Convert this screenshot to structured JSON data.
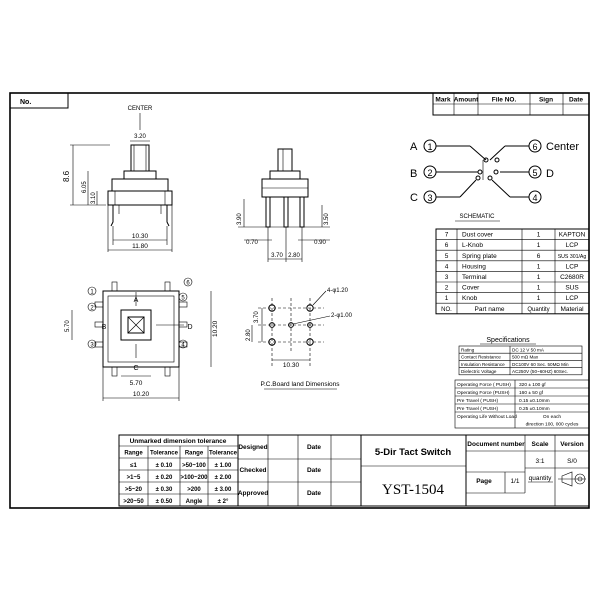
{
  "header": {
    "no_label": "No.",
    "columns": [
      "Mark",
      "Amount",
      "File NO.",
      "Sign",
      "Date"
    ]
  },
  "front_view": {
    "center_label": "CENTER",
    "dims": {
      "top": "3.20",
      "height": "8.6",
      "mid": "6.05",
      "low": "3.10",
      "inner_width": "10.30",
      "outer_width": "11.80"
    }
  },
  "side_view": {
    "dims": {
      "left_height": "3.90",
      "right_height": "3.50",
      "left_pin": "0.70",
      "right_pin": "0.90",
      "pitch_a": "3.70",
      "pitch_b": "2.80"
    }
  },
  "top_view": {
    "markers": [
      "A",
      "B",
      "C",
      "D"
    ],
    "pins": [
      "1",
      "2",
      "3",
      "4",
      "5",
      "6"
    ],
    "dims": {
      "left": "5.70",
      "right": "10.20",
      "bottom_inner": "5.70",
      "bottom_outer": "10.20"
    }
  },
  "pcb_layout": {
    "hole_large": "4-φ1.20",
    "hole_small": "2-φ1.00",
    "dims": {
      "v1": "3.70",
      "v2": "2.80",
      "width": "10.30"
    },
    "caption": "P.C.Board land Dimensions"
  },
  "schematic": {
    "left_labels": [
      "A",
      "B",
      "C"
    ],
    "left_pins": [
      "1",
      "2",
      "3"
    ],
    "right_pins": [
      "6",
      "5",
      "4"
    ],
    "right_labels": [
      "Center",
      "D",
      ""
    ],
    "caption": "SCHEMATIC"
  },
  "parts_table": {
    "headers": [
      "NO.",
      "Part name",
      "Quantity",
      "Material"
    ],
    "rows": [
      {
        "no": "7",
        "name": "Dust cover",
        "qty": "1",
        "material": "KAPTON"
      },
      {
        "no": "6",
        "name": "L-Knob",
        "qty": "1",
        "material": "LCP"
      },
      {
        "no": "5",
        "name": "Spring plate",
        "qty": "6",
        "material": "SUS 301/Ag"
      },
      {
        "no": "4",
        "name": "Housing",
        "qty": "1",
        "material": "LCP"
      },
      {
        "no": "3",
        "name": "Terminal",
        "qty": "1",
        "material": "C2680R"
      },
      {
        "no": "2",
        "name": "Cover",
        "qty": "1",
        "material": "SUS"
      },
      {
        "no": "1",
        "name": "Knob",
        "qty": "1",
        "material": "LCP"
      }
    ]
  },
  "specifications": {
    "title": "Specifications",
    "electrical": [
      {
        "label": "Rating",
        "value": "DC 12 V 50 mA"
      },
      {
        "label": "Contact Resistance",
        "value": "500 mΩ Max"
      },
      {
        "label": "Insulation Resistance",
        "value": "DC100V 60 Sec. 50MΩ Min"
      },
      {
        "label": "Dielectric Voltage",
        "value": "AC250V (50~60HZ) 60Sec."
      }
    ],
    "mechanical": [
      {
        "label": "Operating Force ( PUSH)",
        "value": "320 ± 100 gf"
      },
      {
        "label": "Operating Force (PUSH)",
        "value": "160 ± 50 gf"
      },
      {
        "label": "Pre Travel ( PUSH)",
        "value": "0.15 ±0.10mm"
      },
      {
        "label": "Pre Travel ( PUSH)",
        "value": "0.25 ±0.10mm"
      },
      {
        "label": "Operating Life Without Load",
        "value_line1": "On each",
        "value_line2": "direction 100, 000  cycles"
      }
    ]
  },
  "tolerance_table": {
    "title": "Unmarked dimension tolerance",
    "headers": [
      "Range",
      "Tolerance",
      "Range",
      "Tolerance"
    ],
    "rows": [
      [
        "≤1",
        "± 0.10",
        ">50~100",
        "± 1.00"
      ],
      [
        ">1~5",
        "± 0.20",
        ">100~200",
        "± 2.00"
      ],
      [
        ">5~20",
        "± 0.30",
        ">200",
        "± 3.00"
      ],
      [
        ">20~50",
        "± 0.50",
        "Angle",
        "± 2°"
      ]
    ]
  },
  "title_block": {
    "designed": "Designed",
    "checked": "Checked",
    "approved": "Approved",
    "date": "Date",
    "title": "5-Dir Tact Switch",
    "part_no": "YST-1504",
    "document_number": "Document number",
    "scale_label": "Scale",
    "version_label": "Version",
    "scale": "3:1",
    "version": "S/0",
    "page_label": "Page",
    "page": "1/1",
    "angle_label": "quantity"
  }
}
